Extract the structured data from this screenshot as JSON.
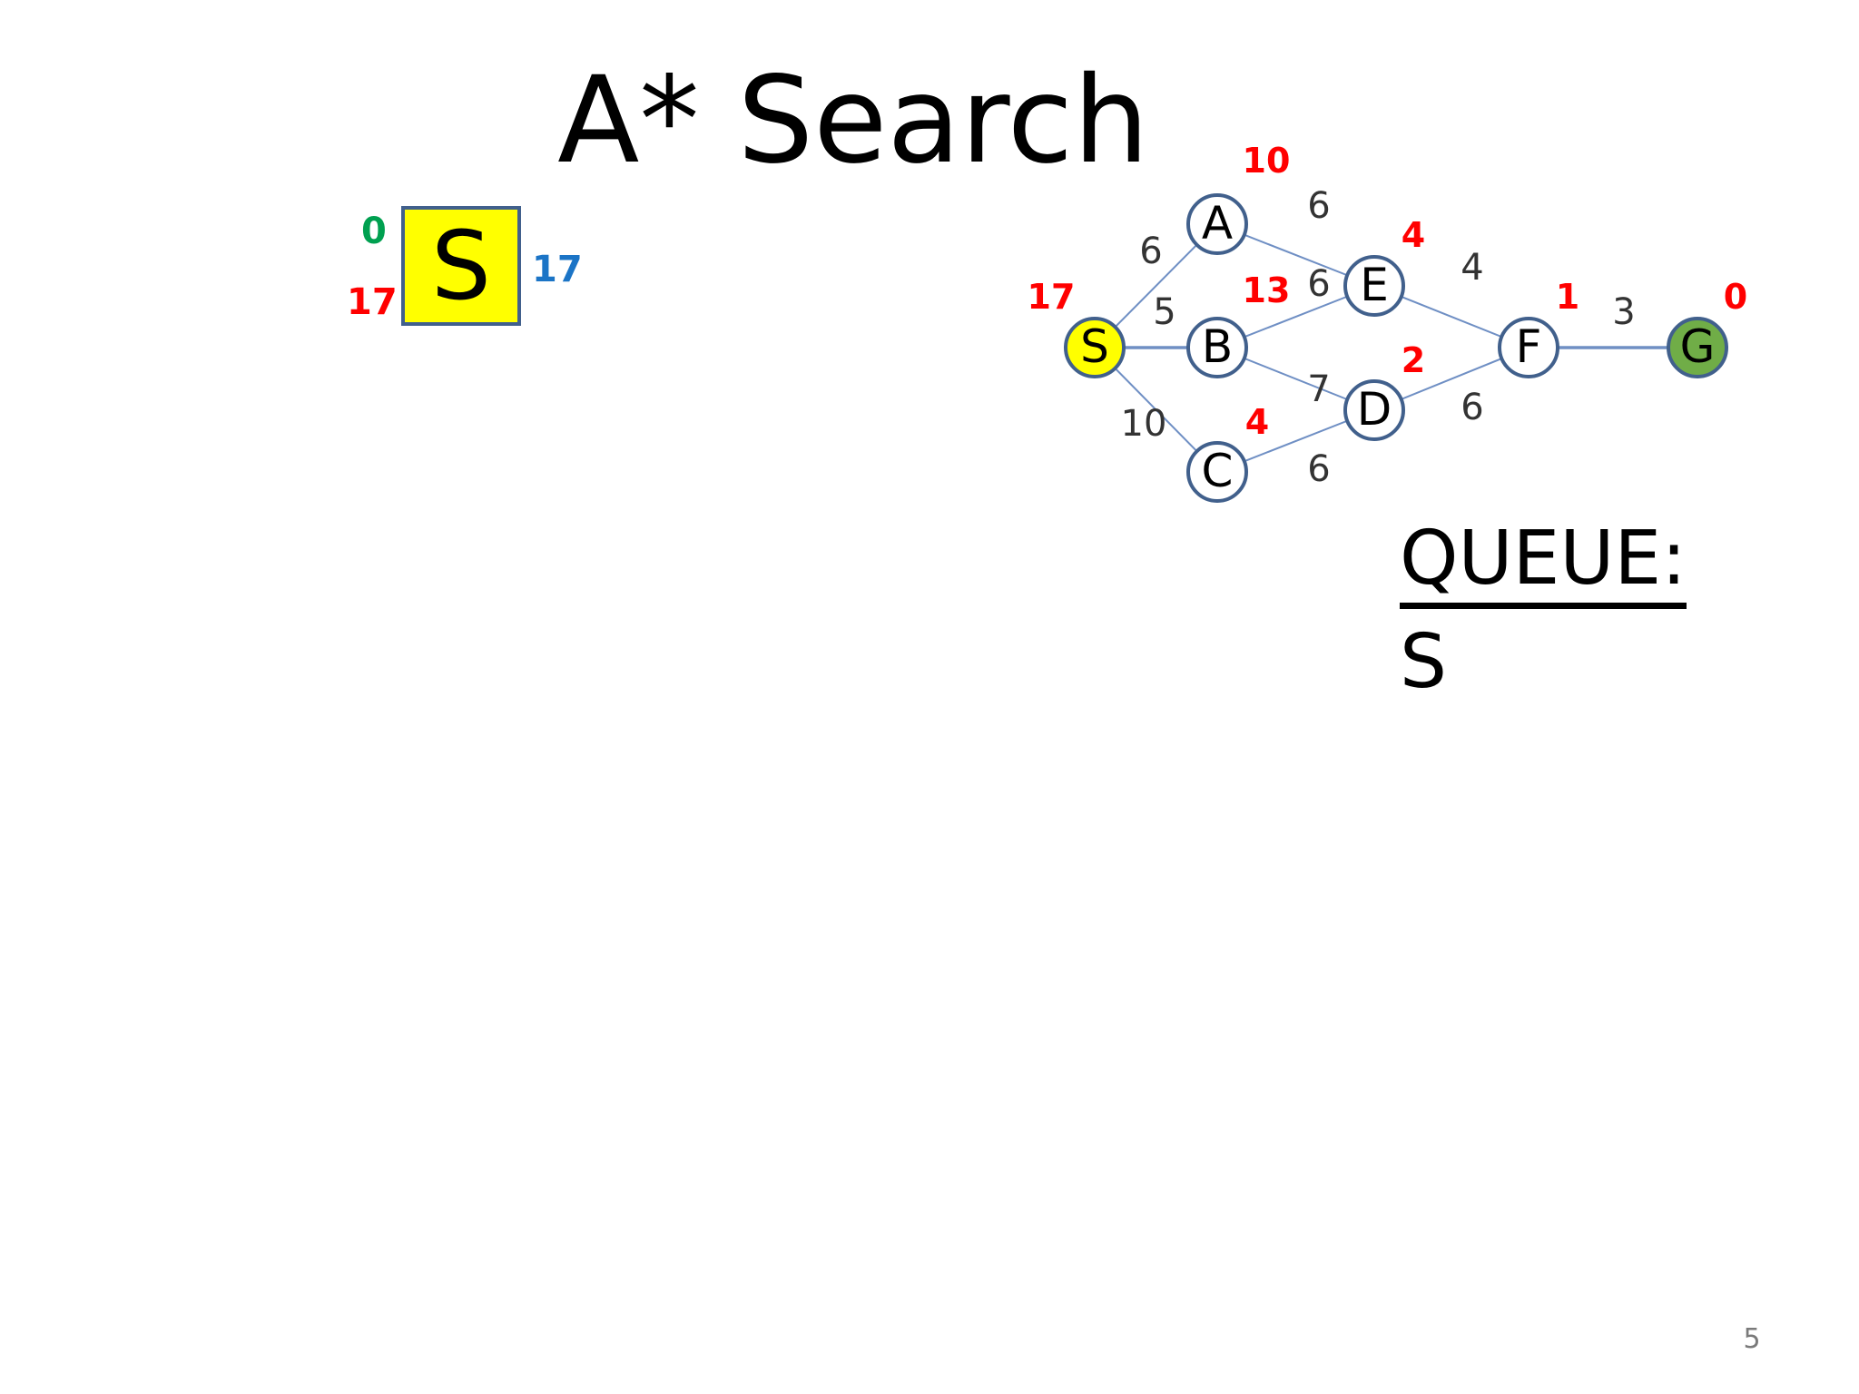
{
  "slide": {
    "title": "A* Search",
    "number": "5"
  },
  "tree": {
    "node_label": "S",
    "g_value": "0",
    "h_value": "17",
    "f_value": "17"
  },
  "graph": {
    "nodes": [
      {
        "id": "S",
        "label": "S",
        "h": "17",
        "fill": "#ffff00"
      },
      {
        "id": "A",
        "label": "A",
        "h": "10",
        "fill": "#ffffff"
      },
      {
        "id": "B",
        "label": "B",
        "h": "13",
        "fill": "#ffffff"
      },
      {
        "id": "C",
        "label": "C",
        "h": "4",
        "fill": "#ffffff"
      },
      {
        "id": "E",
        "label": "E",
        "h": "4",
        "fill": "#ffffff"
      },
      {
        "id": "D",
        "label": "D",
        "h": "2",
        "fill": "#ffffff"
      },
      {
        "id": "F",
        "label": "F",
        "h": "1",
        "fill": "#ffffff"
      },
      {
        "id": "G",
        "label": "G",
        "h": "0",
        "fill": "#70ad47"
      }
    ],
    "edges": [
      {
        "from": "S",
        "to": "A",
        "weight": "6"
      },
      {
        "from": "S",
        "to": "B",
        "weight": "5"
      },
      {
        "from": "S",
        "to": "C",
        "weight": "10"
      },
      {
        "from": "A",
        "to": "E",
        "weight": "6"
      },
      {
        "from": "B",
        "to": "E",
        "weight": "6"
      },
      {
        "from": "B",
        "to": "D",
        "weight": "7"
      },
      {
        "from": "C",
        "to": "D",
        "weight": "6"
      },
      {
        "from": "E",
        "to": "F",
        "weight": "4"
      },
      {
        "from": "D",
        "to": "F",
        "weight": "6"
      },
      {
        "from": "F",
        "to": "G",
        "weight": "3"
      }
    ]
  },
  "queue": {
    "title": "QUEUE:",
    "items": "S"
  },
  "colors": {
    "heuristic": "#ff0000",
    "g_cost": "#00a050",
    "f_cost": "#1b74c6",
    "node_border": "#41608c",
    "edge": "#6f8fc4"
  }
}
